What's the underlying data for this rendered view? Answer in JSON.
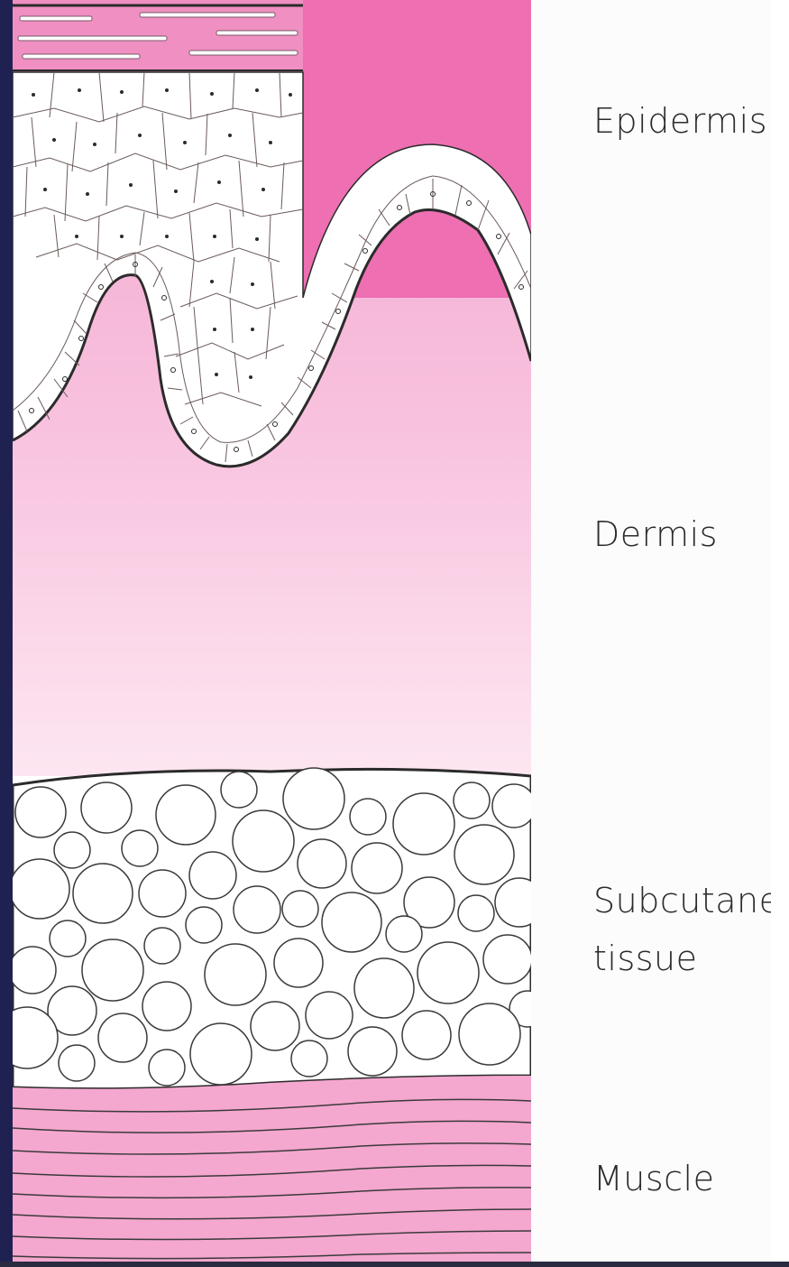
{
  "labels": {
    "epidermis": "Epidermis",
    "dermis": "Dermis",
    "subcutaneous_line1": "Subcutaneous",
    "subcutaneous_line2": "tissue",
    "muscle": "Muscle"
  },
  "colors": {
    "dermis_pink": "#f7b6d8",
    "deep_pink": "#ec5aa8",
    "muscle_pink": "#f4a7cf",
    "cell_fill": "#ffffff",
    "outline": "#2b2b2b",
    "panel_bg": "#fcfcfc"
  }
}
